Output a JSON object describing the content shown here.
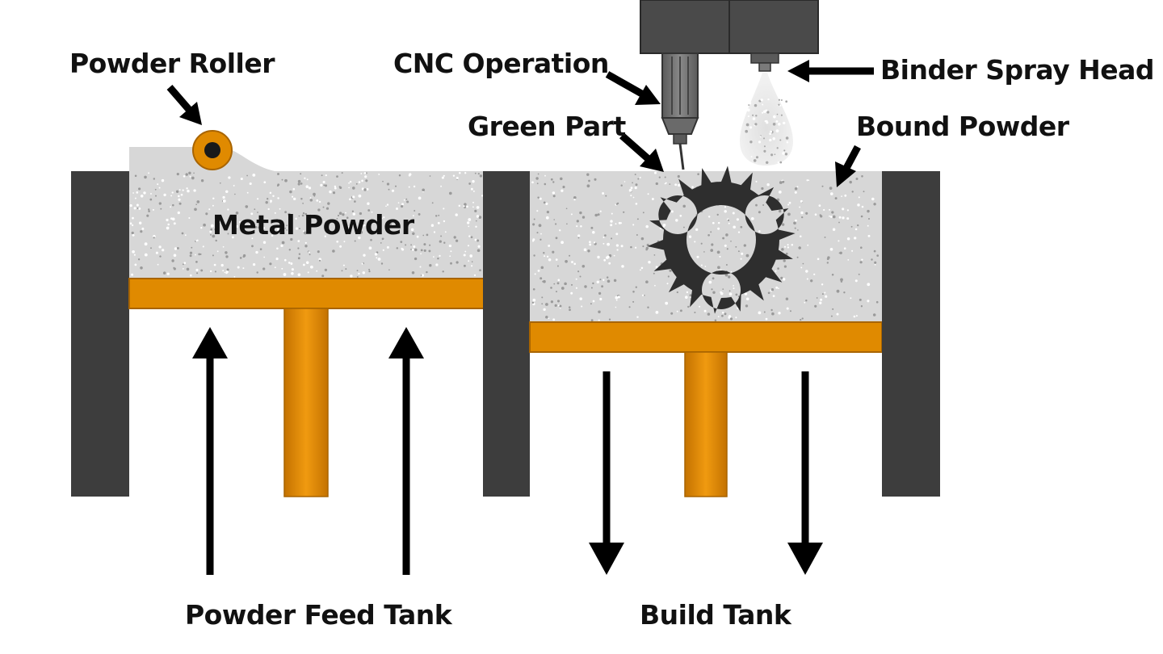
{
  "labels": {
    "powder_roller": "Powder Roller",
    "cnc_operation": "CNC Operation",
    "binder_spray_head": "Binder Spray Head",
    "green_part": "Green Part",
    "bound_powder": "Bound Powder",
    "metal_powder": "Metal Powder",
    "powder_feed_tank": "Powder Feed Tank",
    "build_tank": "Build Tank"
  },
  "colors": {
    "wall": "#3d3d3d",
    "platform": "#e08a00",
    "platform_edge": "#a86400",
    "powder": "#d7d7d7",
    "speckle": "#9a9a9a",
    "part": "#2e2e2e",
    "head": "#4a4a4a",
    "spray": "#e6e6e6",
    "arrow": "#000000"
  },
  "icons": {
    "roller": "roller-icon",
    "gear_part": "gear-icon",
    "spray_head": "nozzle-icon",
    "cnc_tool": "cnc-tool-icon"
  }
}
